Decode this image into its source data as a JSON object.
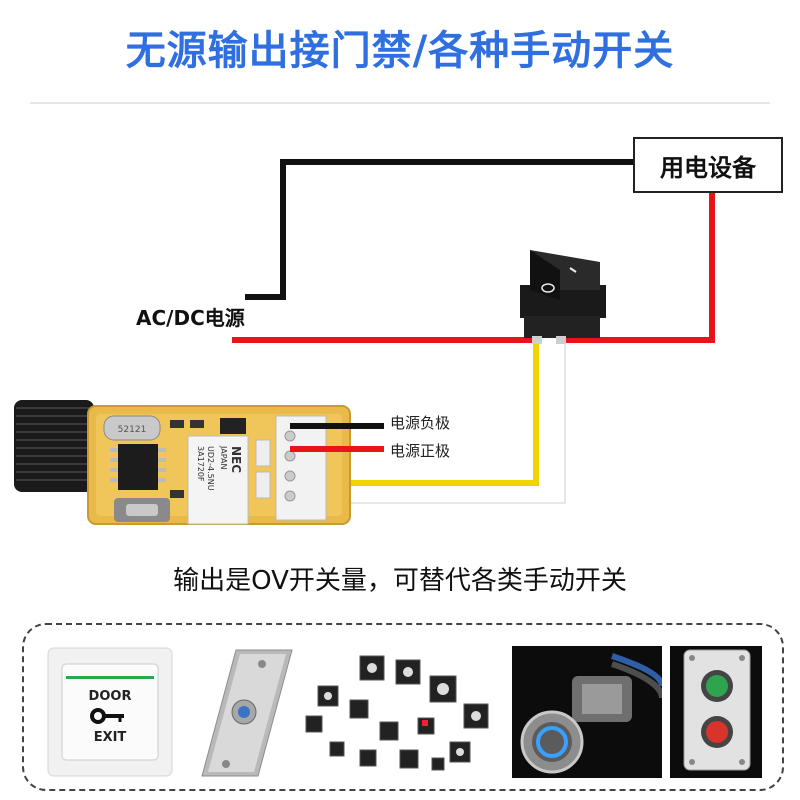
{
  "title": "无源输出接门禁/各种手动开关",
  "device_label": "用电设备",
  "power_source_label": "AC/DC电源",
  "negative_label": "电源负极",
  "positive_label": "电源正极",
  "caption": "输出是OV开关量，可替代各类手动开关",
  "exit_button": {
    "line1": "DOOR",
    "line2": "EXIT"
  },
  "relay_text": {
    "brand": "NEC",
    "sub": "JAPAN",
    "model": "UD2-4.5NU",
    "code": "3A1720F"
  },
  "crystal_text": "52121",
  "colors": {
    "title": "#2f6fe0",
    "red_wire": "#e8141a",
    "yellow_wire": "#f0d400",
    "black_wire": "#111111",
    "board": "#e9b94a"
  }
}
